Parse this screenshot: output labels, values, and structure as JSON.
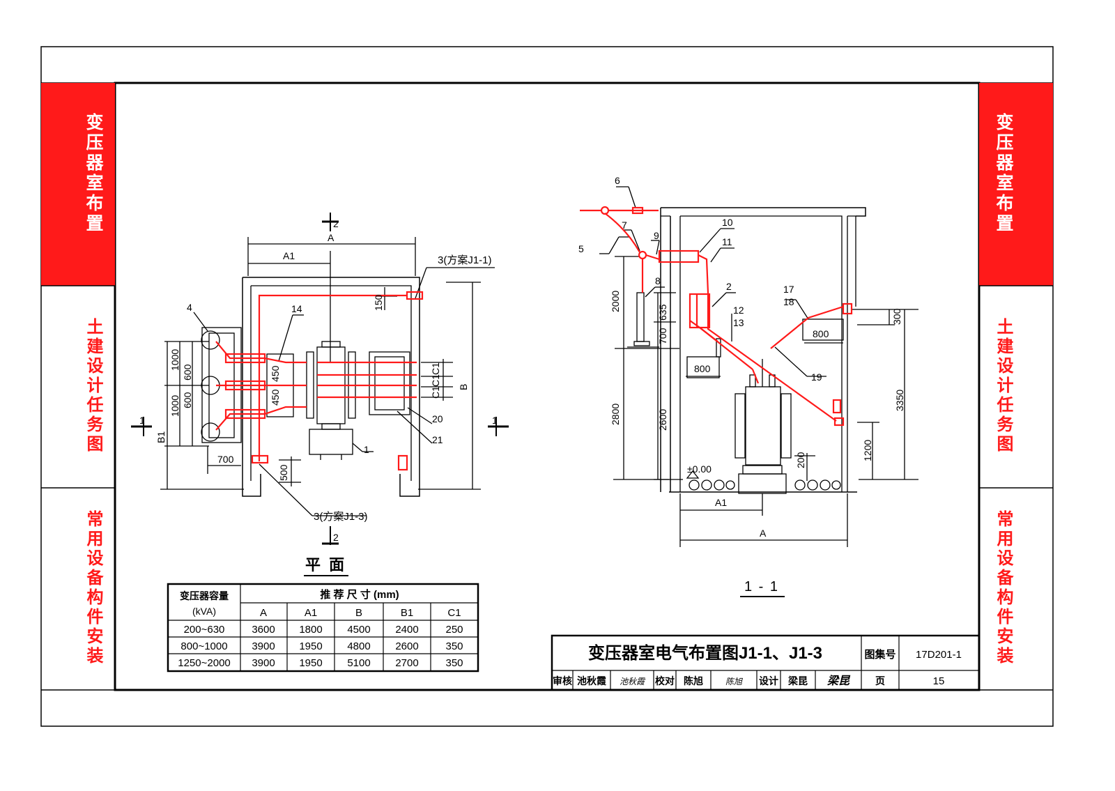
{
  "side_tabs": {
    "left": [
      "变压器室布置",
      "土建设计任务图",
      "常用设备构件安装"
    ],
    "right": [
      "变压器室布置",
      "土建设计任务图",
      "常用设备构件安装"
    ]
  },
  "colors": {
    "accent_red": "#ff1a1a",
    "line": "#000000"
  },
  "plan": {
    "caption": "平 面",
    "section_mark_top": "2",
    "section_mark_bottom": "2",
    "section_mark_left": "1",
    "section_mark_right": "1",
    "dims": {
      "a": "A",
      "a1": "A1",
      "b": "B",
      "b1": "B1",
      "d1000_top": "1000",
      "d600_top": "600",
      "d600_bot": "600",
      "d1000_bot": "1000",
      "d450_top": "450",
      "d450_bot": "450",
      "c1_a": "C1",
      "c1_b": "C1",
      "c1_c": "C1",
      "d150": "150",
      "d700": "700",
      "d500": "500"
    },
    "labels": {
      "n1": "1",
      "n4": "4",
      "n14": "14",
      "n20": "20",
      "n21": "21",
      "n3_top": "3(方案J1-1)",
      "n3_bot": "3(方案J1-3)"
    }
  },
  "section": {
    "caption": "1 - 1",
    "dims": {
      "d2000": "2000",
      "d635": "635",
      "d700": "700",
      "d2800": "2800",
      "d2600": "2600",
      "d800_left": "800",
      "d800_right": "800",
      "d300": "300",
      "d3350": "3350",
      "d1200": "1200",
      "d200": "200",
      "elev": "±0.00",
      "a1": "A1",
      "a": "A"
    },
    "labels": {
      "n2": "2",
      "n5": "5",
      "n6": "6",
      "n7": "7",
      "n8": "8",
      "n9": "9",
      "n10": "10",
      "n11": "11",
      "n12": "12",
      "n13": "13",
      "n17": "17",
      "n18": "18",
      "n19": "19"
    }
  },
  "table": {
    "header_capacity": "变压器容量",
    "header_capacity_unit": "(kVA)",
    "header_dims": "推 荐 尺 寸 (mm)",
    "columns": [
      "A",
      "A1",
      "B",
      "B1",
      "C1"
    ],
    "rows": [
      {
        "cap": "200~630",
        "vals": [
          "3600",
          "1800",
          "4500",
          "2400",
          "250"
        ]
      },
      {
        "cap": "800~1000",
        "vals": [
          "3900",
          "1950",
          "4800",
          "2600",
          "350"
        ]
      },
      {
        "cap": "1250~2000",
        "vals": [
          "3900",
          "1950",
          "5100",
          "2700",
          "350"
        ]
      }
    ]
  },
  "title_block": {
    "title": "变压器室电气布置图J1-1、J1-3",
    "atlas_label": "图集号",
    "atlas_no": "17D201-1",
    "review_label": "审核",
    "reviewer": "池秋霞",
    "reviewer_sig": "池秋霞",
    "check_label": "校对",
    "checker": "陈旭",
    "checker_sig": "陈旭",
    "design_label": "设计",
    "designer": "梁昆",
    "designer_sig": "梁昆",
    "page_label": "页",
    "page_no": "15"
  }
}
